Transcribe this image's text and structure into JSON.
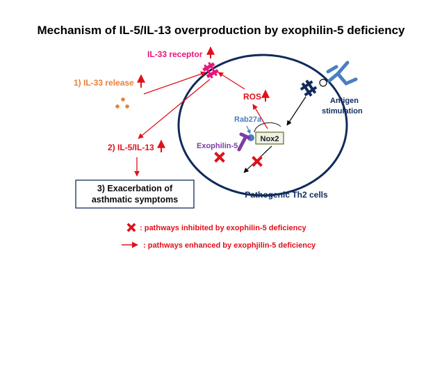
{
  "title": "Mechanism of IL-5/IL-13 overproduction by exophilin-5 deficiency",
  "labels": {
    "il33_receptor": "IL-33 receptor",
    "il33_release": "1) IL-33 release",
    "il5_il13": "2) IL-5/IL-13",
    "exacerbation_line1": "3) Exacerbation of",
    "exacerbation_line2": "asthmatic symptoms",
    "ros": "ROS",
    "rab27a": "Rab27a",
    "exophilin5": "Exophilin-5",
    "nox2": "Nox2",
    "antigen_line1": "Antigen",
    "antigen_line2": "stimulation",
    "cell": "Pathogenic Th2 cells"
  },
  "legend": {
    "inhibited": ": pathways inhibited  by exophilin-5 deficiency",
    "enhanced": ": pathways enhanced by exophjilin-5 deficiency"
  },
  "colors": {
    "red": "#e0101a",
    "orange": "#e8803a",
    "magenta": "#e8157a",
    "navy": "#0f2b5b",
    "purple": "#7b3ea6",
    "blue": "#4a7fc1",
    "olive": "#5f6a2a",
    "black": "#000000"
  }
}
